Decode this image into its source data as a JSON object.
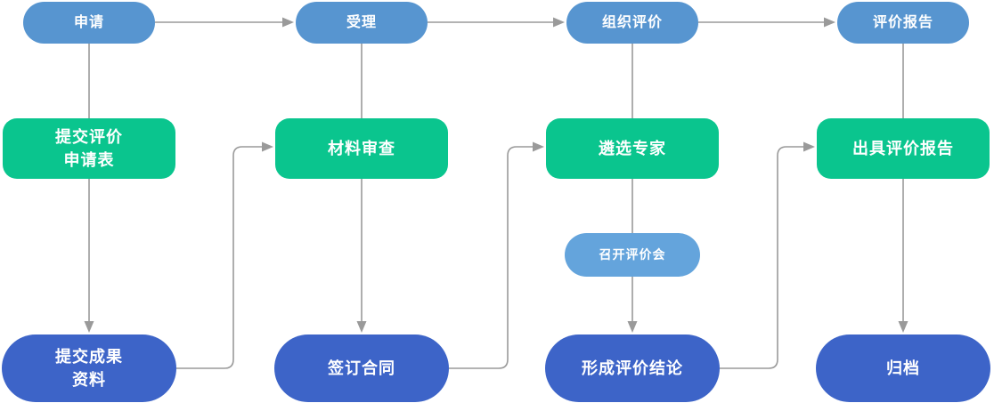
{
  "diagram": {
    "stages": [
      {
        "label": "申请"
      },
      {
        "label": "受理"
      },
      {
        "label": "组织评价"
      },
      {
        "label": "评价报告"
      }
    ],
    "processes": [
      {
        "label": "提交评价\n申请表"
      },
      {
        "label": "材料审查"
      },
      {
        "label": "遴选专家"
      },
      {
        "label": "出具评价报告"
      }
    ],
    "meeting": {
      "label": "召开评价会"
    },
    "results": [
      {
        "label": "提交成果\n资料"
      },
      {
        "label": "签订合同"
      },
      {
        "label": "形成评价结论"
      },
      {
        "label": "归档"
      }
    ],
    "colors": {
      "stage_blue": "#5795d0",
      "meeting_blue": "#64a4dc",
      "process_green": "#0ac58e",
      "result_blue": "#3d64c8",
      "connector_gray": "#9a9a9a",
      "text_white": "#ffffff",
      "background": "#ffffff"
    }
  }
}
